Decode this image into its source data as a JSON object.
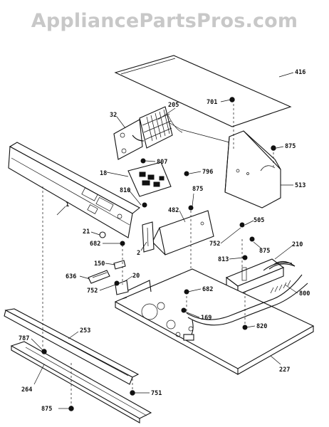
{
  "watermark": "AppliancePartsPros.com",
  "part_labels": {
    "p416": "416",
    "p701a": "701",
    "p205": "205",
    "p32": "32",
    "p875a": "875",
    "p807": "807",
    "p18": "18",
    "p796": "796",
    "p513": "513",
    "p810": "810",
    "p875b": "875",
    "p1": "1",
    "p482": "482",
    "p21": "21",
    "p682a": "682",
    "p2": "2",
    "p505": "505",
    "p752a": "752",
    "p875c": "875",
    "p210": "210",
    "p813": "813",
    "p150": "150",
    "p636": "636",
    "p20": "20",
    "p752b": "752",
    "p682b": "682",
    "p800": "800",
    "p169": "169",
    "p820": "820",
    "p787": "787",
    "p253": "253",
    "p227": "227",
    "p264": "264",
    "p751": "751",
    "p875d": "875"
  }
}
